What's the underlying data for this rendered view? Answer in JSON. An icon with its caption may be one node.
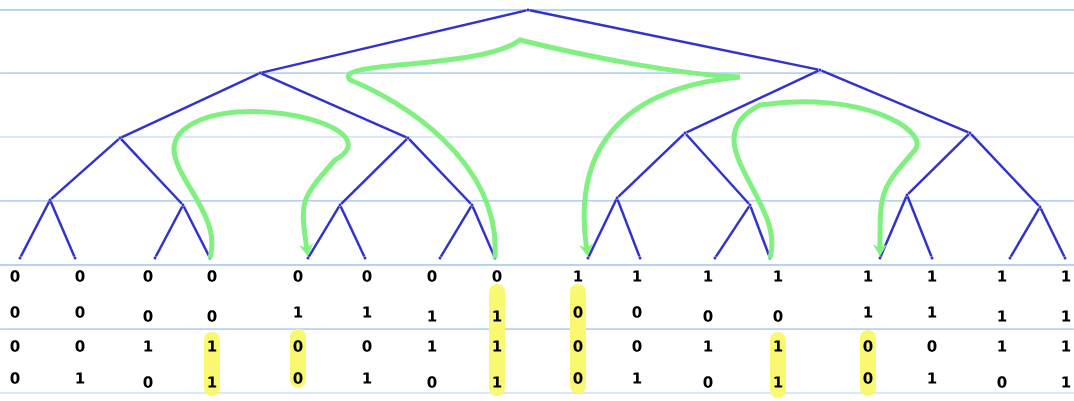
{
  "diagram": {
    "nodes": [
      {
        "text": [],
        "shape": "point"
      },
      {
        "text": [],
        "shape": "point"
      },
      {
        "text": [],
        "shape": "point"
      },
      {
        "text": [],
        "shape": "point"
      },
      {
        "text": [],
        "shape": "point"
      },
      {
        "text": [],
        "shape": "point"
      },
      {
        "text": [],
        "shape": "point"
      },
      {
        "text": [],
        "shape": "point"
      },
      {
        "text": [],
        "shape": "point"
      },
      {
        "text": [],
        "shape": "point"
      },
      {
        "text": [],
        "shape": "point"
      },
      {
        "text": [],
        "shape": "point"
      },
      {
        "text": [],
        "shape": "point"
      },
      {
        "text": [],
        "shape": "point"
      },
      {
        "text": [],
        "shape": "point"
      },
      {
        "text": [],
        "shape": "point"
      },
      {
        "text": [],
        "shape": "point"
      },
      {
        "text": [],
        "shape": "point"
      },
      {
        "text": [],
        "shape": "point"
      },
      {
        "text": [],
        "shape": "point"
      },
      {
        "text": [],
        "shape": "point"
      },
      {
        "text": [],
        "shape": "point"
      },
      {
        "text": [],
        "shape": "point"
      },
      {
        "text": [],
        "shape": "point"
      },
      {
        "text": [],
        "shape": "point"
      },
      {
        "text": [],
        "shape": "point"
      },
      {
        "text": [],
        "shape": "point"
      },
      {
        "text": [],
        "shape": "point"
      },
      {
        "text": [],
        "shape": "point"
      },
      {
        "text": [],
        "shape": "point"
      },
      {
        "text": [],
        "shape": "point"
      }
    ],
    "edges": [
      {
        "from": 0,
        "to": 1,
        "arrow": "none"
      },
      {
        "from": 0,
        "to": 2,
        "arrow": "none"
      },
      {
        "from": 1,
        "to": 3,
        "arrow": "none"
      },
      {
        "from": 1,
        "to": 4,
        "arrow": "none"
      },
      {
        "from": 2,
        "to": 5,
        "arrow": "none"
      },
      {
        "from": 2,
        "to": 6,
        "arrow": "none"
      },
      {
        "from": 3,
        "to": 7,
        "arrow": "none"
      },
      {
        "from": 3,
        "to": 8,
        "arrow": "none"
      },
      {
        "from": 4,
        "to": 9,
        "arrow": "none"
      },
      {
        "from": 4,
        "to": 10,
        "arrow": "none"
      },
      {
        "from": 5,
        "to": 11,
        "arrow": "none"
      },
      {
        "from": 5,
        "to": 12,
        "arrow": "none"
      },
      {
        "from": 6,
        "to": 13,
        "arrow": "none"
      },
      {
        "from": 6,
        "to": 14,
        "arrow": "none"
      },
      {
        "from": 7,
        "to": 15,
        "arrow": "none"
      },
      {
        "from": 7,
        "to": 16,
        "arrow": "none"
      },
      {
        "from": 8,
        "to": 17,
        "arrow": "none"
      },
      {
        "from": 8,
        "to": 18,
        "arrow": "none"
      },
      {
        "from": 9,
        "to": 19,
        "arrow": "none"
      },
      {
        "from": 9,
        "to": 20,
        "arrow": "none"
      },
      {
        "from": 10,
        "to": 21,
        "arrow": "none"
      },
      {
        "from": 10,
        "to": 22,
        "arrow": "none"
      },
      {
        "from": 11,
        "to": 23,
        "arrow": "none"
      },
      {
        "from": 11,
        "to": 24,
        "arrow": "none"
      },
      {
        "from": 12,
        "to": 25,
        "arrow": "none"
      },
      {
        "from": 12,
        "to": 26,
        "arrow": "none"
      },
      {
        "from": 13,
        "to": 27,
        "arrow": "none"
      },
      {
        "from": 13,
        "to": 28,
        "arrow": "none"
      },
      {
        "from": 14,
        "to": 29,
        "arrow": "none"
      },
      {
        "from": 14,
        "to": 30,
        "arrow": "none"
      },
      {
        "from": 18,
        "to": 19,
        "arrow": "to",
        "style": "thick",
        "color": "#80f080"
      },
      {
        "from": 22,
        "to": 23,
        "arrow": "to",
        "style": "thick",
        "color": "#80f080"
      },
      {
        "from": 26,
        "to": 27,
        "arrow": "to",
        "style": "thick",
        "color": "#80f080"
      }
    ],
    "labels": [
      "0",
      "0",
      "0",
      "0",
      "0",
      "0",
      "0",
      "0",
      "1",
      "1",
      "1",
      "1",
      "1",
      "1",
      "1",
      "1",
      "0",
      "0",
      "0",
      "0",
      "1",
      "1",
      "1",
      "1",
      "0",
      "0",
      "0",
      "0",
      "1",
      "1",
      "1",
      "1",
      "0",
      "0",
      "1",
      "1",
      "0",
      "0",
      "1",
      "1",
      "0",
      "0",
      "1",
      "1",
      "0",
      "0",
      "1",
      "1",
      "0",
      "1",
      "0",
      "1",
      "0",
      "1",
      "0",
      "1",
      "0",
      "1",
      "0",
      "1",
      "0",
      "1",
      "0",
      "1"
    ]
  }
}
